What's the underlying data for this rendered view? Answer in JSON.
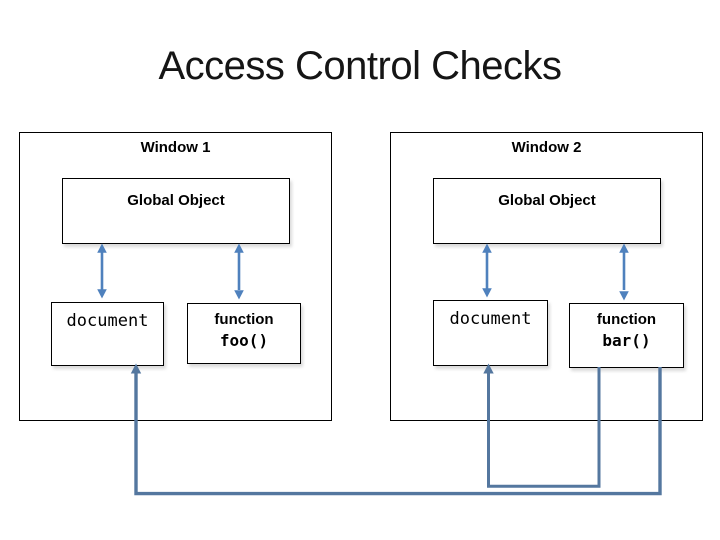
{
  "slide": {
    "title": "Access Control Checks"
  },
  "colors": {
    "arrow": "#4f81bd",
    "connector": "#54779f",
    "border": "#000000",
    "title": "#151515"
  },
  "windows": [
    {
      "label": "Window 1",
      "global_object_label": "Global Object",
      "document_label": "document",
      "function_label_line1": "function",
      "function_label_line2": "foo()"
    },
    {
      "label": "Window 2",
      "global_object_label": "Global Object",
      "document_label": "document",
      "function_label_line1": "function",
      "function_label_line2": "bar()"
    }
  ],
  "connections": {
    "double_arrows": [
      "window1-global-object <-> window1-document",
      "window1-global-object <-> window1-function-foo",
      "window2-global-object <-> window2-document",
      "window2-global-object <-> window2-function-bar"
    ],
    "elbow_arrows": [
      "window2-function-bar -> window1-document",
      "window2-function-bar -> window2-document"
    ]
  }
}
